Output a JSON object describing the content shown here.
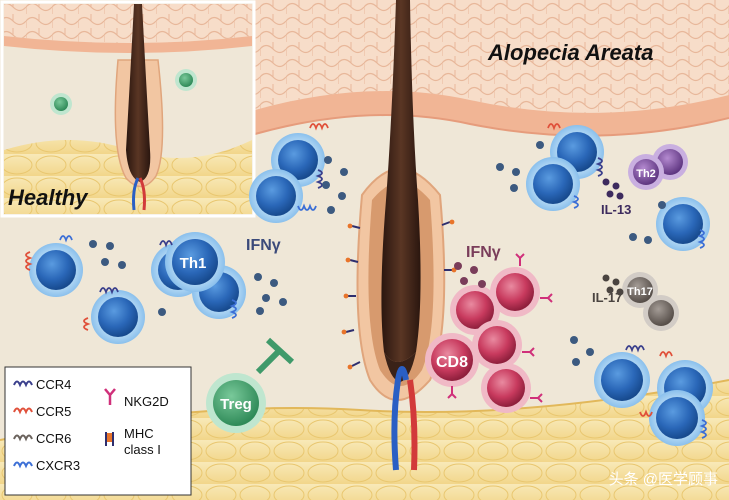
{
  "title": "Alopecia Areata",
  "inset_title": "Healthy",
  "labels": {
    "th1": "Th1",
    "ifn_left": "IFNγ",
    "ifn_right": "IFNγ",
    "cd8": "CD8",
    "treg": "Treg",
    "th2": "Th2",
    "il13": "IL-13",
    "th17": "Th17",
    "il17": "IL-17"
  },
  "legend": {
    "items": [
      {
        "label": "CCR4",
        "icon": "ccr4-receptor-icon",
        "color": "#3a3f8c"
      },
      {
        "label": "CCR5",
        "icon": "ccr5-receptor-icon",
        "color": "#e0503a"
      },
      {
        "label": "CCR6",
        "icon": "ccr6-receptor-icon",
        "color": "#6a625c"
      },
      {
        "label": "CXCR3",
        "icon": "cxcr3-receptor-icon",
        "color": "#3c6fd6"
      },
      {
        "label": "NKG2D",
        "icon": "nkg2d-receptor-icon",
        "color": "#d0307a"
      },
      {
        "label": "MHC",
        "label2": "class I",
        "icon": "mhc-class-i-icon",
        "color": "#2e2e6e"
      }
    ]
  },
  "watermark": "头条 @医学顾事",
  "colors": {
    "t_cell": "#2a67b8",
    "cd8": "#c83a5e",
    "treg": "#3f9a6a",
    "th2": "#7a4a9a",
    "th17": "#6f6560",
    "skin": "#f3c9ad",
    "fat": "#f6e2a8",
    "follicle": "#3a2218"
  }
}
